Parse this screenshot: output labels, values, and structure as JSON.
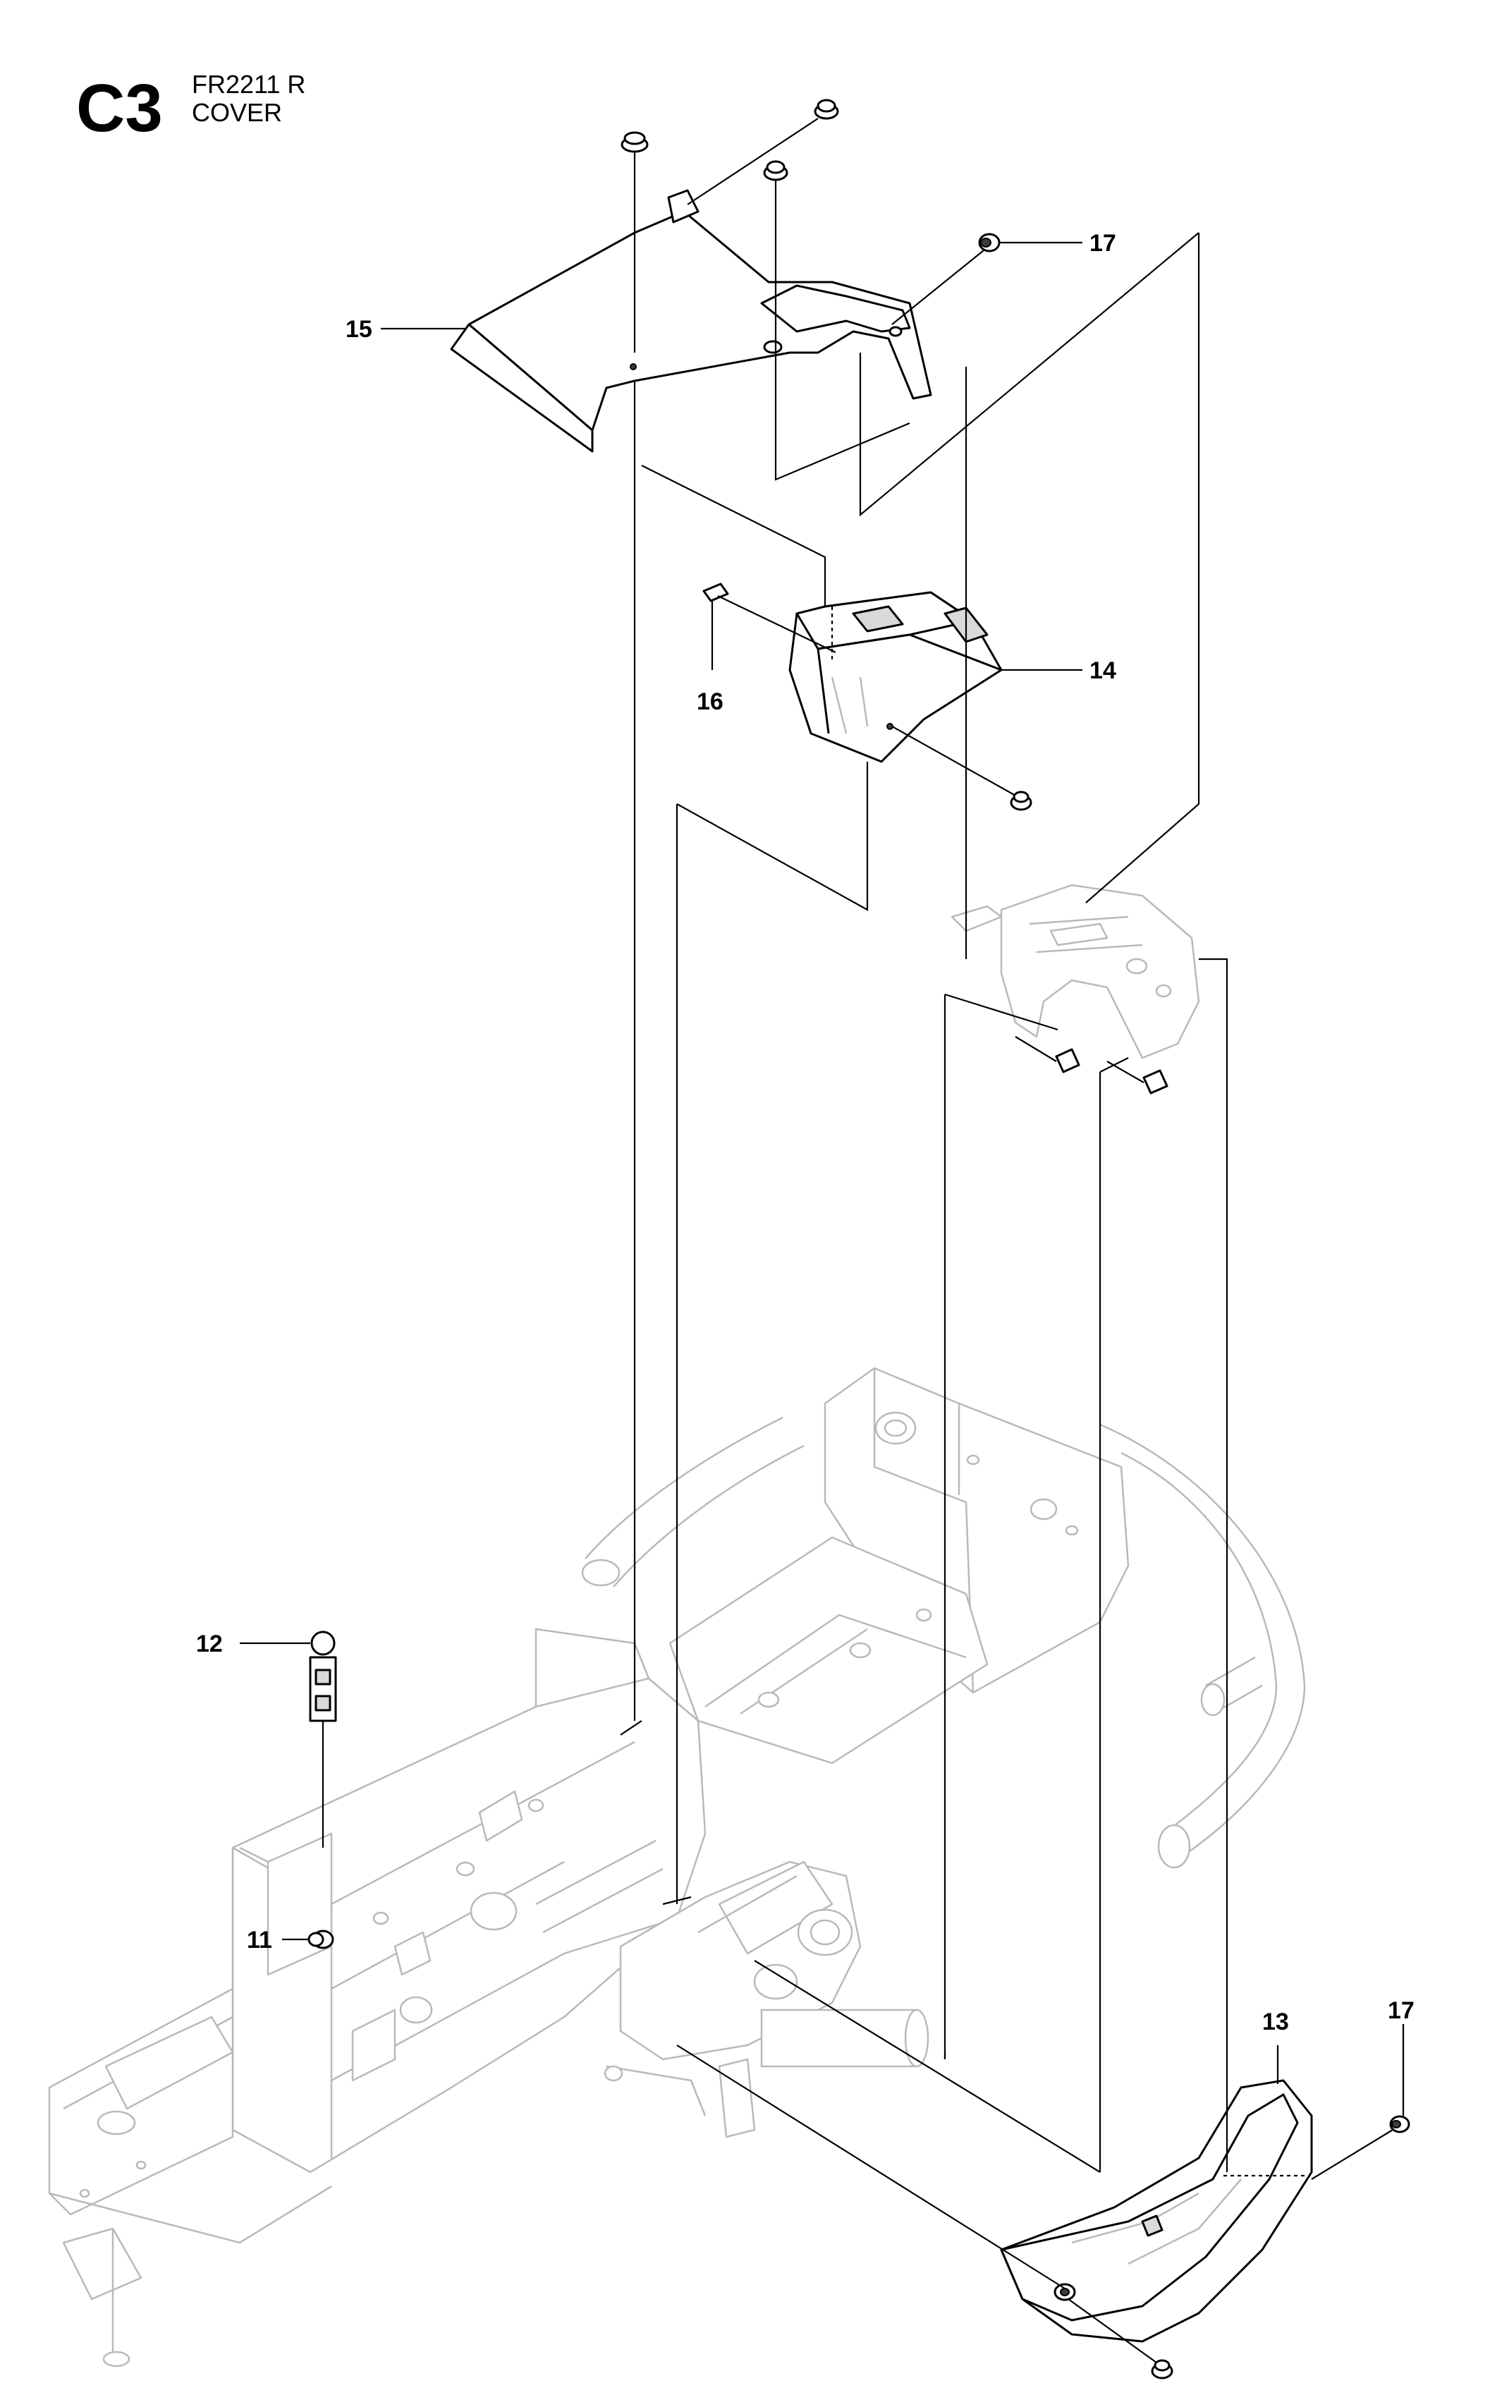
{
  "header": {
    "section_code": "C3",
    "model": "FR2211 R",
    "section_name": "COVER"
  },
  "callouts": [
    {
      "id": "c11",
      "label": "11"
    },
    {
      "id": "c12",
      "label": "12"
    },
    {
      "id": "c13",
      "label": "13"
    },
    {
      "id": "c14",
      "label": "14"
    },
    {
      "id": "c15",
      "label": "15"
    },
    {
      "id": "c16",
      "label": "16"
    },
    {
      "id": "c17a",
      "label": "17"
    },
    {
      "id": "c17b",
      "label": "17"
    }
  ]
}
